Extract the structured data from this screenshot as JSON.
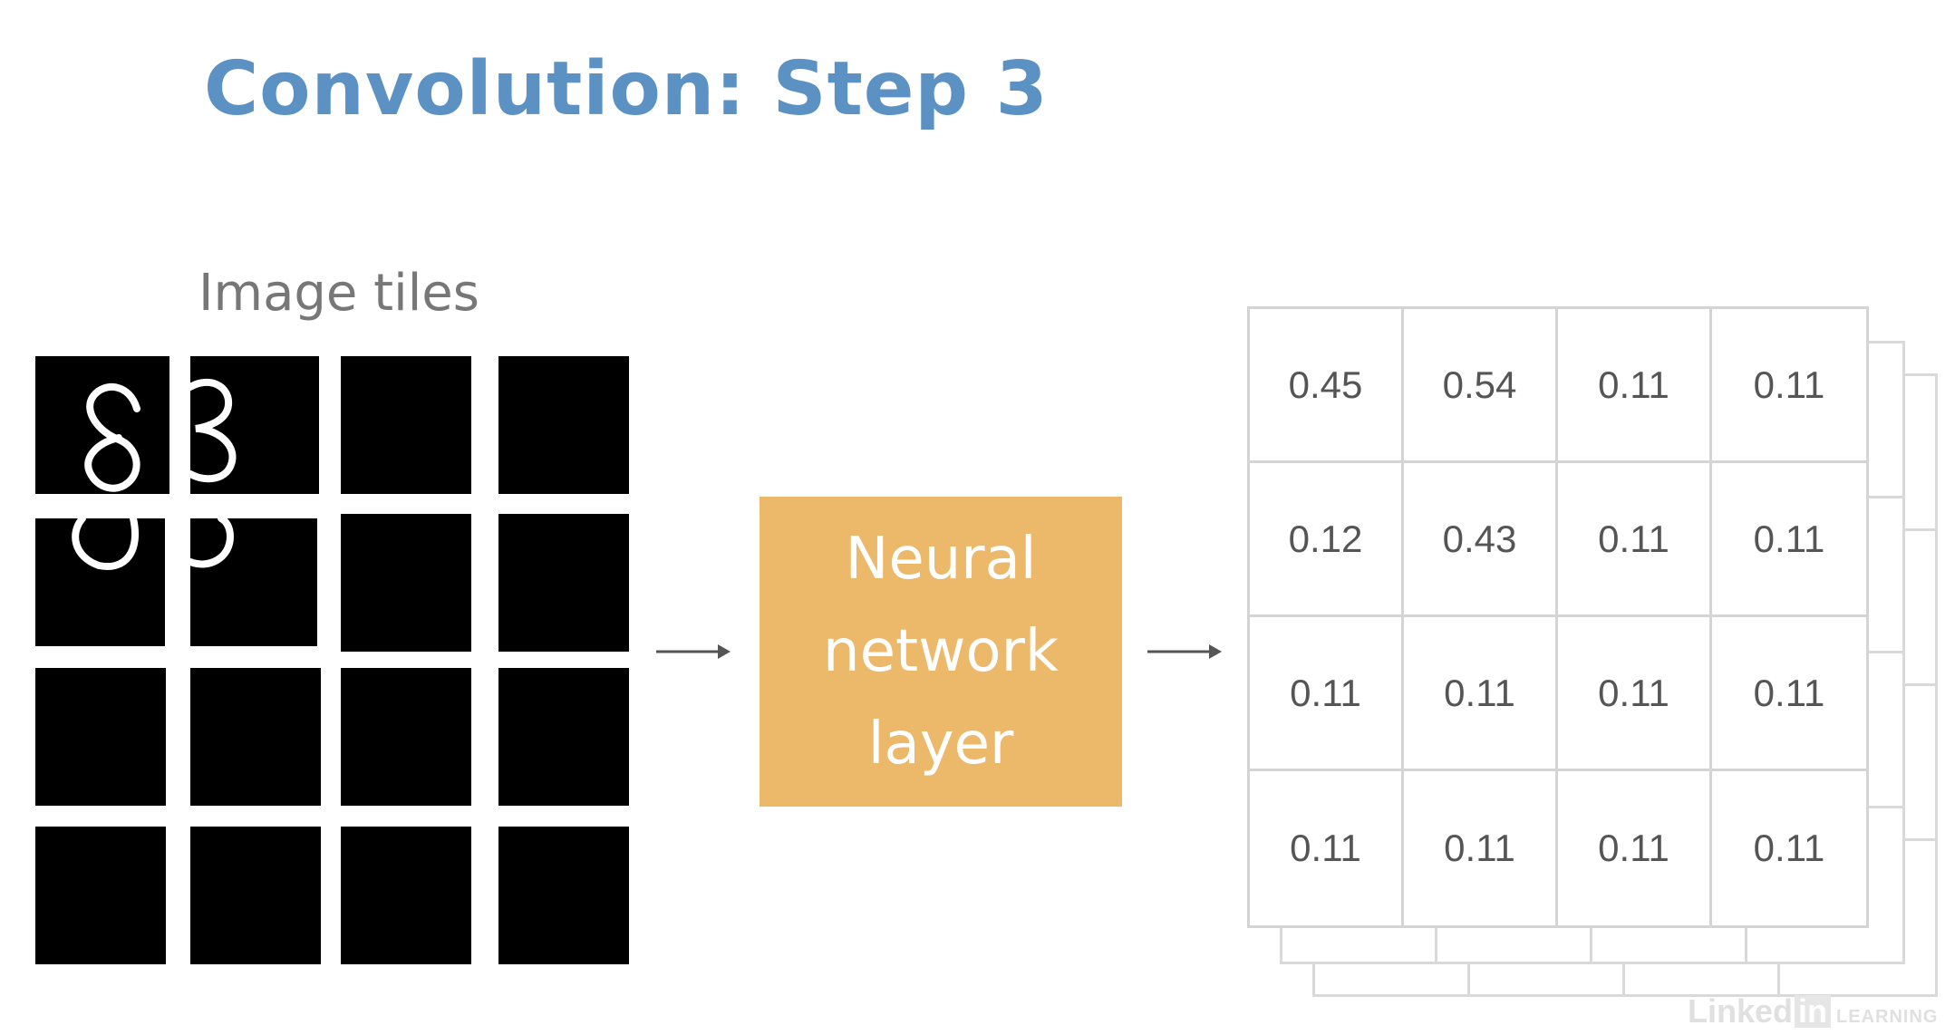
{
  "title": "Convolution: Step 3",
  "tiles_label": "Image tiles",
  "neural_box": {
    "label": "Neural network layer",
    "color": "#ecb86a"
  },
  "output_grid": {
    "rows": [
      [
        "0.45",
        "0.54",
        "0.11",
        "0.11"
      ],
      [
        "0.12",
        "0.43",
        "0.11",
        "0.11"
      ],
      [
        "0.11",
        "0.11",
        "0.11",
        "0.11"
      ],
      [
        "0.11",
        "0.11",
        "0.11",
        "0.11"
      ]
    ]
  },
  "watermark": {
    "brand_text": "Linked",
    "brand_box": "in",
    "suffix": "LEARNING"
  },
  "colors": {
    "title": "#5b91c3",
    "tile": "#000000",
    "grid_line": "#d4d4d4"
  }
}
